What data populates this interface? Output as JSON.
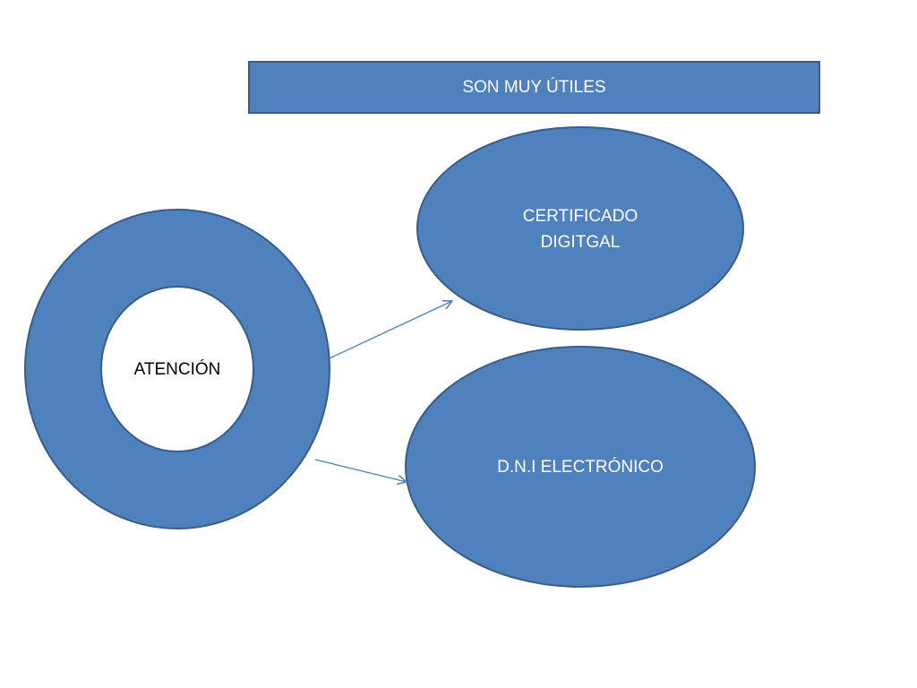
{
  "colors": {
    "shape_fill": "#4F81BD",
    "shape_outline": "#385D8A",
    "hole_fill": "#FFFFFF",
    "connector": "#4A7EBB",
    "shape_text": "#FFFFFF",
    "hole_text": "#000000"
  },
  "banner": {
    "text": "SON MUY ÚTILES"
  },
  "center": {
    "text": "ATENCIÓN"
  },
  "nodes": [
    {
      "text": "CERTIFICADO\nDIGITGAL"
    },
    {
      "text": "D.N.I ELECTRÓNICO"
    }
  ],
  "edges": [
    {
      "from": "center",
      "to": "nodes.0"
    },
    {
      "from": "center",
      "to": "nodes.1"
    }
  ]
}
